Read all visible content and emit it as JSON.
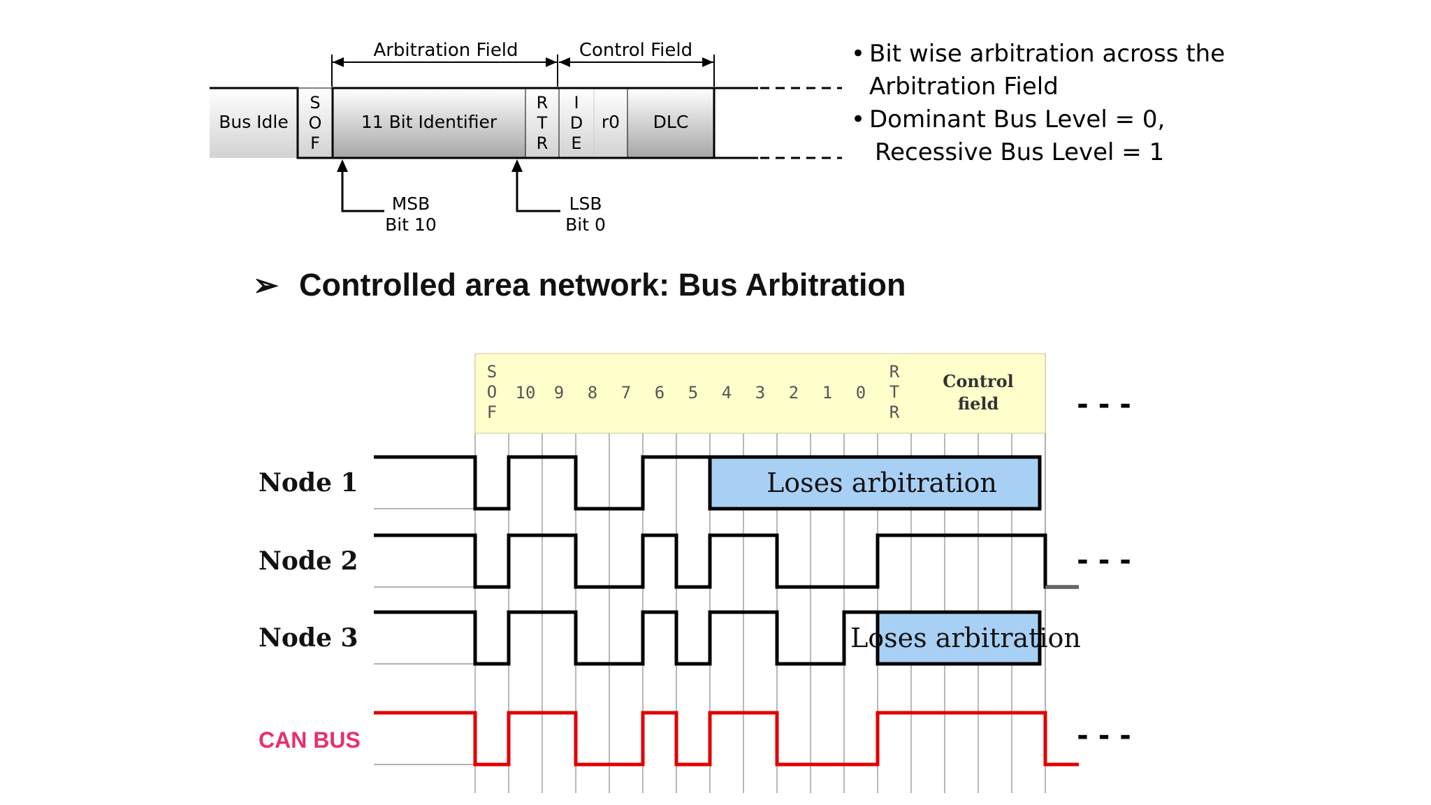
{
  "frame": {
    "top_labels": {
      "arbitration_field": "Arbitration Field",
      "control_field": "Control Field"
    },
    "bus_idle": "Bus Idle",
    "sof": [
      "S",
      "O",
      "F"
    ],
    "identifier": "11 Bit Identifier",
    "rtr": [
      "R",
      "T",
      "R"
    ],
    "ide": [
      "I",
      "D",
      "E"
    ],
    "r0": "r0",
    "dlc": "DLC",
    "msb": [
      "MSB",
      "Bit 10"
    ],
    "lsb": [
      "LSB",
      "Bit 0"
    ]
  },
  "bullets": [
    {
      "line1": "Bit wise arbitration across the",
      "line2": "Arbitration Field"
    },
    {
      "line1": "Dominant Bus Level = 0,",
      "line2": "Recessive Bus Level = 1"
    }
  ],
  "heading": {
    "arrow": "➢",
    "text": "Controlled area network: Bus Arbitration"
  },
  "timing": {
    "columns": [
      [
        "S",
        "O",
        "F"
      ],
      [
        "10"
      ],
      [
        "9"
      ],
      [
        "8"
      ],
      [
        "7"
      ],
      [
        "6"
      ],
      [
        "5"
      ],
      [
        "4"
      ],
      [
        "3"
      ],
      [
        "2"
      ],
      [
        "1"
      ],
      [
        "0"
      ],
      [
        "R",
        "T",
        "R"
      ]
    ],
    "control_field": [
      "Control",
      "field"
    ],
    "nodes": [
      {
        "label": "Node 1",
        "bits": [
          0,
          1,
          1,
          0,
          0,
          1,
          1
        ],
        "loses": "Loses arbitration"
      },
      {
        "label": "Node 2",
        "bits": [
          0,
          1,
          1,
          0,
          0,
          1,
          0,
          1,
          1,
          0,
          0,
          0,
          1,
          1,
          1,
          1,
          1,
          0
        ],
        "loses": ""
      },
      {
        "label": "Node 3",
        "bits": [
          0,
          1,
          1,
          0,
          0,
          1,
          0,
          1,
          1,
          0,
          0,
          1
        ],
        "loses": "Loses arbitration"
      }
    ],
    "can_bus": {
      "label": "CAN BUS",
      "bits": [
        0,
        1,
        1,
        0,
        0,
        1,
        0,
        1,
        1,
        0,
        0,
        0,
        1,
        1,
        1,
        1,
        1,
        0
      ]
    },
    "ellipsis": "- - -",
    "colors": {
      "header_fill": "#ffffcc",
      "loses_fill": "#a8d0f4",
      "can_bus": "#e00000",
      "can_label": "#e8306a"
    }
  }
}
